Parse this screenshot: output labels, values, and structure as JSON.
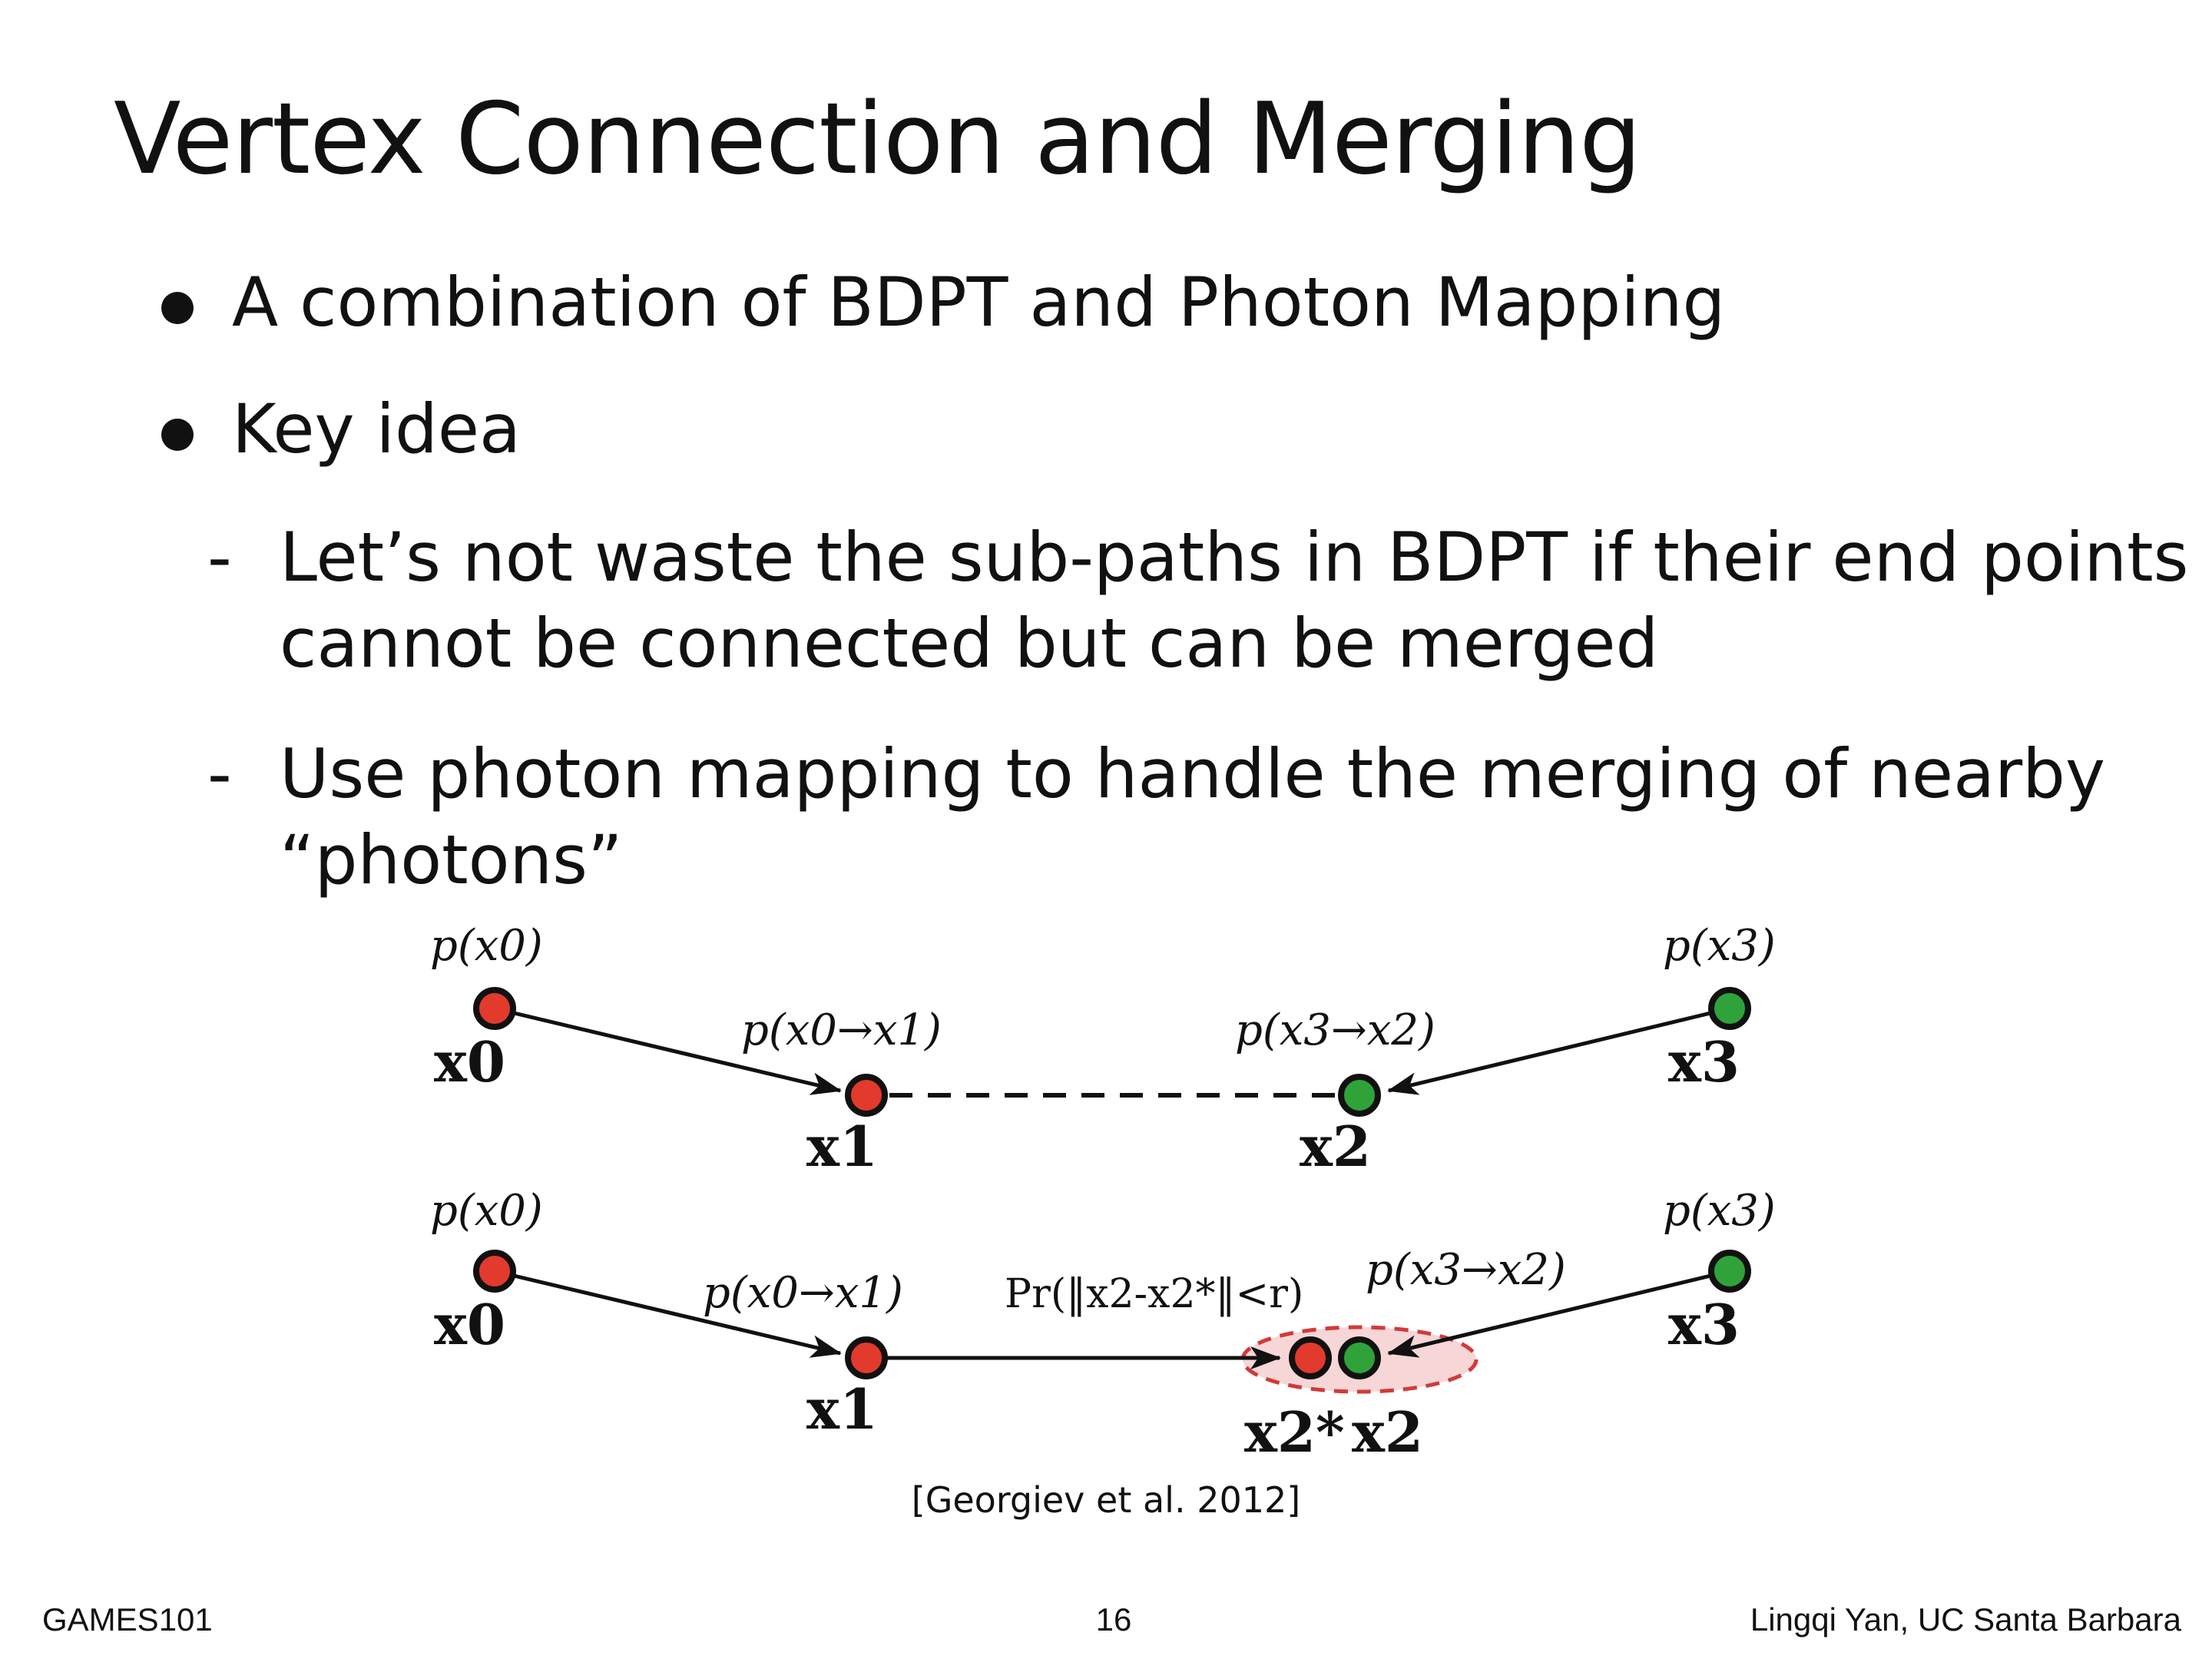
{
  "slide": {
    "title": "Vertex Connection and Merging",
    "bullets": [
      "A combination of BDPT and Photon Mapping",
      "Key idea"
    ],
    "subbullets": [
      {
        "dash": "-",
        "lines": [
          "Let’s not waste the sub-paths in BDPT if their end points",
          "cannot be connected but can be merged"
        ]
      },
      {
        "dash": "-",
        "lines": [
          "Use photon mapping to handle the merging of nearby",
          "“photons”"
        ]
      }
    ],
    "citation": "[Georgiev et al. 2012]",
    "footer": {
      "left": "GAMES101",
      "center": "16",
      "right": "Lingqi Yan, UC Santa Barbara"
    }
  },
  "diagram": {
    "colors": {
      "red_vertex": "#e23a2c",
      "green_vertex": "#2fa33a",
      "merge_region": "#f6d6d6",
      "merge_border": "#d23a3a"
    },
    "top_row": {
      "labels": {
        "p_x0": "p(x0)",
        "p_x3": "p(x3)",
        "p_x0_x1": "p(x0→x1)",
        "p_x3_x2": "p(x3→x2)"
      },
      "vertices": [
        "x0",
        "x1",
        "x2",
        "x3"
      ]
    },
    "bottom_row": {
      "labels": {
        "p_x0": "p(x0)",
        "p_x3": "p(x3)",
        "p_x0_x1": "p(x0→x1)",
        "pr": "Pr(‖x2-x2*‖<r)",
        "p_x3_x2": "p(x3→x2)"
      },
      "vertices": [
        "x0",
        "x1",
        "x2*",
        "x2",
        "x3"
      ]
    }
  }
}
